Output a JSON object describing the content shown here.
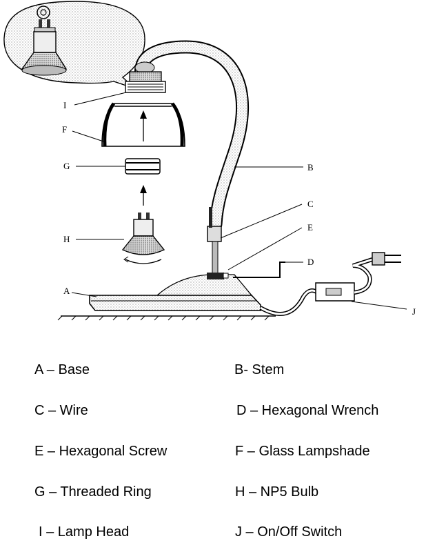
{
  "callouts": {
    "A": "A",
    "B": "B",
    "C": "C",
    "D": "D",
    "E": "E",
    "F": "F",
    "G": "G",
    "H": "H",
    "I": "I",
    "J": "J"
  },
  "legend": [
    {
      "key": "A",
      "text": "A – Base"
    },
    {
      "key": "B",
      "text": "B- Stem"
    },
    {
      "key": "C",
      "text": "C – Wire"
    },
    {
      "key": "D",
      "text": "D – Hexagonal Wrench"
    },
    {
      "key": "E",
      "text": "E – Hexagonal Screw"
    },
    {
      "key": "F",
      "text": "F – Glass Lampshade"
    },
    {
      "key": "G",
      "text": "G – Threaded Ring"
    },
    {
      "key": "H",
      "text": "H – NP5 Bulb"
    },
    {
      "key": "I",
      "text": "I – Lamp Head"
    },
    {
      "key": "J",
      "text": "J – On/Off Switch"
    }
  ]
}
